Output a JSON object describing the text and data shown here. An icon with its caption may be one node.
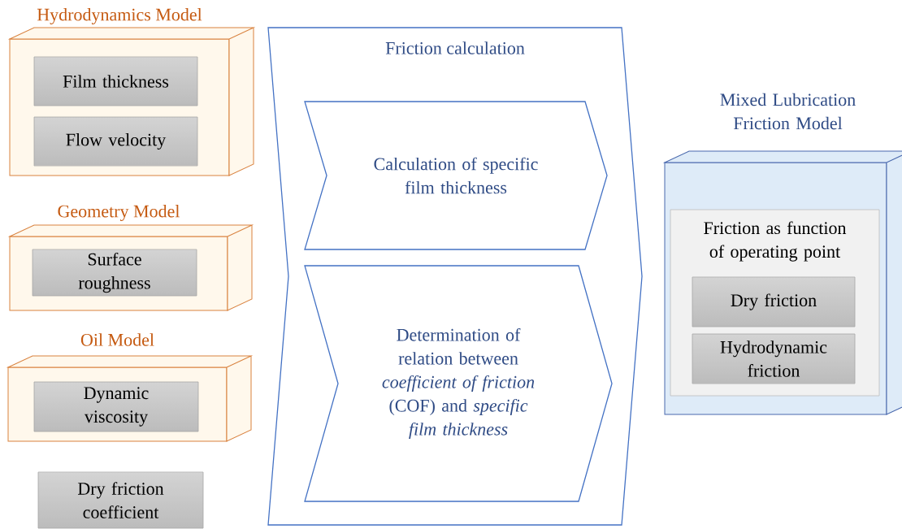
{
  "diagram": {
    "nodes": [
      {
        "text": [
          "Hydrodynamics Model"
        ]
      },
      {
        "text": [
          "Film thickness"
        ],
        "in": 0
      },
      {
        "text": [
          "Flow velocity"
        ],
        "in": 0
      },
      {
        "text": [
          "Geometry Model"
        ]
      },
      {
        "text": [
          "Surface roughness"
        ],
        "in": 3
      },
      {
        "text": [
          "Oil Model"
        ]
      },
      {
        "text": [
          "Dynamic viscosity"
        ],
        "in": 5
      },
      {
        "text": [
          "Dry friction coefficient"
        ]
      },
      {
        "text": [
          "Friction calculation"
        ]
      },
      {
        "text": [
          "Calculation of specific film thickness"
        ],
        "in": 8
      },
      {
        "text": [
          "Determination of relation between *coefficient of friction* (COF) and *specific film thickness*"
        ],
        "in": 8
      },
      {
        "text": [
          "Mixed Lubrication Friction Model"
        ]
      },
      {
        "text": [
          "Friction as function of operating point"
        ],
        "in": 11
      },
      {
        "text": [
          "Dry friction"
        ],
        "in": 12
      },
      {
        "text": [
          "Hydrodynamic friction"
        ],
        "in": 12
      }
    ]
  }
}
